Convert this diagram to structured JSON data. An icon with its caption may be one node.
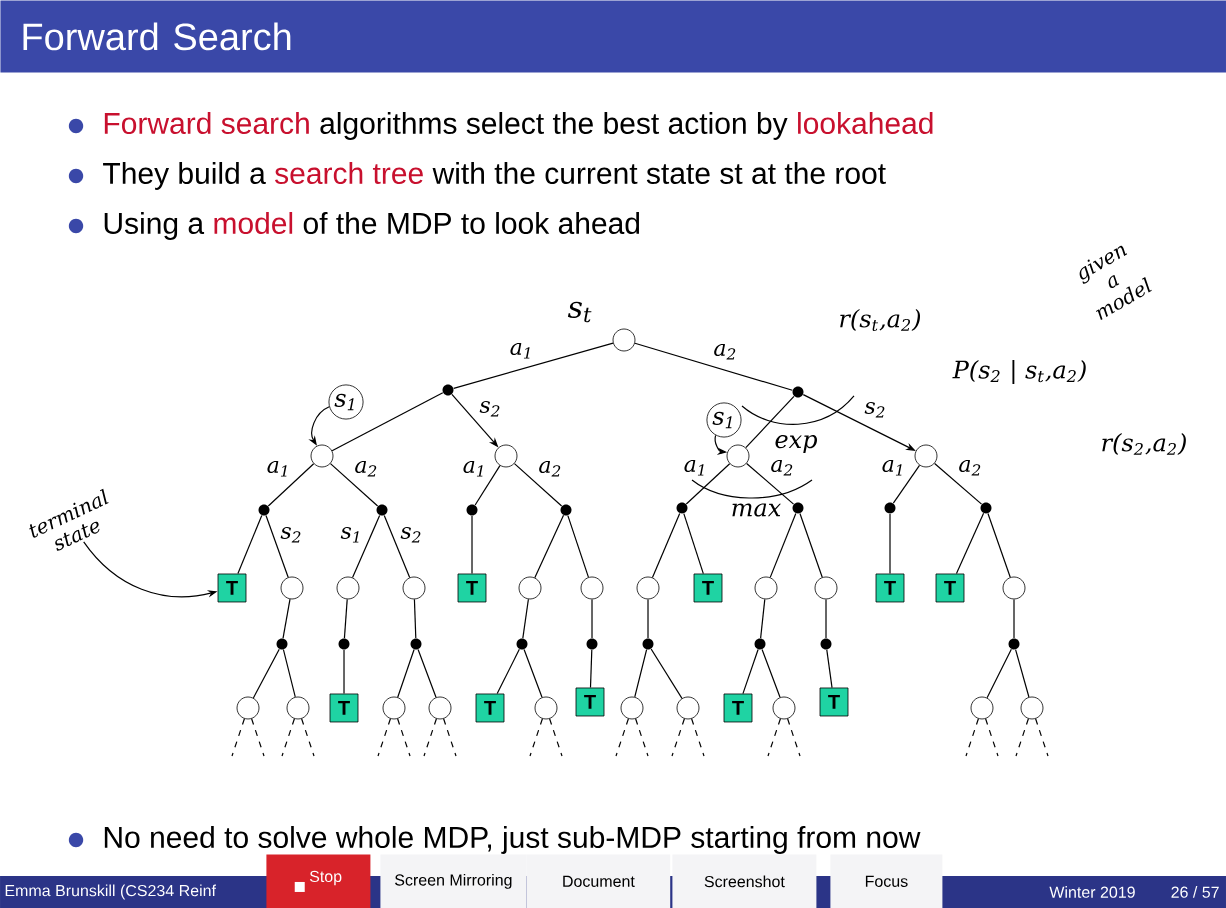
{
  "diagram": {
    "title": "Forward Search",
    "nodes": [
      {
        "text": [],
        "shape": "circle",
        "beside": [
          "s$_{t}$"
        ]
      },
      {
        "text": [],
        "shape": "dot"
      },
      {
        "text": [],
        "shape": "dot"
      },
      {
        "text": [
          "s$_{1}$"
        ]
      },
      {
        "text": [],
        "shape": "circle"
      },
      {
        "text": [],
        "shape": "circle"
      },
      {
        "text": [
          "s$_{1}$"
        ]
      },
      {
        "text": [],
        "shape": "circle"
      },
      {
        "text": [],
        "shape": "circle"
      },
      {
        "text": [
          "terminal state"
        ]
      },
      {
        "text": [],
        "shape": "dot"
      },
      {
        "text": [],
        "shape": "dot"
      },
      {
        "text": [],
        "shape": "dot"
      },
      {
        "text": [],
        "shape": "dot"
      },
      {
        "text": [],
        "shape": "dot"
      },
      {
        "text": [],
        "shape": "dot"
      },
      {
        "text": [],
        "shape": "dot"
      },
      {
        "text": [],
        "shape": "dot"
      },
      {
        "text": [
          "T"
        ]
      },
      {
        "text": [],
        "shape": "circle"
      },
      {
        "text": [],
        "shape": "circle"
      },
      {
        "text": [],
        "shape": "circle"
      },
      {
        "text": [
          "T"
        ]
      },
      {
        "text": [],
        "shape": "circle"
      },
      {
        "text": [],
        "shape": "circle"
      },
      {
        "text": [],
        "shape": "circle"
      },
      {
        "text": [
          "T"
        ]
      },
      {
        "text": [],
        "shape": "circle"
      },
      {
        "text": [],
        "shape": "circle"
      },
      {
        "text": [
          "T"
        ]
      },
      {
        "text": [
          "T"
        ]
      },
      {
        "text": [],
        "shape": "circle"
      },
      {
        "text": [],
        "shape": "dot"
      },
      {
        "text": [],
        "shape": "dot"
      },
      {
        "text": [],
        "shape": "dot"
      },
      {
        "text": [],
        "shape": "dot"
      },
      {
        "text": [],
        "shape": "dot"
      },
      {
        "text": [],
        "shape": "dot"
      },
      {
        "text": [],
        "shape": "dot"
      },
      {
        "text": [],
        "shape": "dot"
      },
      {
        "text": [],
        "shape": "dot"
      },
      {
        "text": [],
        "shape": "circle"
      },
      {
        "text": [],
        "shape": "circle"
      },
      {
        "text": [
          "T"
        ]
      },
      {
        "text": [],
        "shape": "circle"
      },
      {
        "text": [],
        "shape": "circle"
      },
      {
        "text": [
          "T"
        ]
      },
      {
        "text": [],
        "shape": "circle"
      },
      {
        "text": [
          "T"
        ]
      },
      {
        "text": [],
        "shape": "circle"
      },
      {
        "text": [],
        "shape": "circle"
      },
      {
        "text": [
          "T"
        ]
      },
      {
        "text": [],
        "shape": "circle"
      },
      {
        "text": [
          "T"
        ]
      },
      {
        "text": [],
        "shape": "circle"
      },
      {
        "text": [],
        "shape": "circle"
      }
    ],
    "edges": [
      {
        "from": 0,
        "to": 1,
        "arrow": "none",
        "label": "a$_{1}$"
      },
      {
        "from": 0,
        "to": 2,
        "arrow": "none",
        "label": "a$_{2}$"
      },
      {
        "from": 1,
        "to": 4,
        "arrow": "none"
      },
      {
        "from": 1,
        "to": 5,
        "arrow": "to",
        "label": "s$_{2}$"
      },
      {
        "from": 2,
        "to": 7,
        "arrow": "none"
      },
      {
        "from": 2,
        "to": 8,
        "arrow": "to",
        "label": "s$_{2}$"
      },
      {
        "from": 3,
        "to": 4,
        "arrow": "to"
      },
      {
        "from": 6,
        "to": 7,
        "arrow": "to"
      },
      {
        "from": 4,
        "to": 10,
        "arrow": "none",
        "label": "a$_{1}$"
      },
      {
        "from": 4,
        "to": 11,
        "arrow": "none",
        "label": "a$_{2}$"
      },
      {
        "from": 5,
        "to": 12,
        "arrow": "none",
        "label": "a$_{1}$"
      },
      {
        "from": 5,
        "to": 13,
        "arrow": "none",
        "label": "a$_{2}$"
      },
      {
        "from": 7,
        "to": 14,
        "arrow": "none",
        "label": "a$_{1}$"
      },
      {
        "from": 7,
        "to": 15,
        "arrow": "none",
        "label": "a$_{2}$"
      },
      {
        "from": 8,
        "to": 16,
        "arrow": "none",
        "label": "a$_{1}$"
      },
      {
        "from": 8,
        "to": 17,
        "arrow": "none",
        "label": "a$_{2}$"
      },
      {
        "from": 9,
        "to": 18,
        "arrow": "to"
      },
      {
        "from": 10,
        "to": 18,
        "arrow": "none"
      },
      {
        "from": 10,
        "to": 19,
        "arrow": "none",
        "label": "s$_{2}$"
      },
      {
        "from": 11,
        "to": 20,
        "arrow": "none",
        "label": "s$_{1}$"
      },
      {
        "from": 11,
        "to": 21,
        "arrow": "none",
        "label": "s$_{2}$"
      },
      {
        "from": 12,
        "to": 22,
        "arrow": "none"
      },
      {
        "from": 13,
        "to": 23,
        "arrow": "none"
      },
      {
        "from": 13,
        "to": 24,
        "arrow": "none"
      },
      {
        "from": 14,
        "to": 25,
        "arrow": "none"
      },
      {
        "from": 14,
        "to": 26,
        "arrow": "none"
      },
      {
        "from": 15,
        "to": 27,
        "arrow": "none"
      },
      {
        "from": 15,
        "to": 28,
        "arrow": "none"
      },
      {
        "from": 16,
        "to": 29,
        "arrow": "none"
      },
      {
        "from": 17,
        "to": 30,
        "arrow": "none"
      },
      {
        "from": 17,
        "to": 31,
        "arrow": "none"
      },
      {
        "from": 19,
        "to": 32,
        "arrow": "none"
      },
      {
        "from": 20,
        "to": 33,
        "arrow": "none"
      },
      {
        "from": 21,
        "to": 34,
        "arrow": "none"
      },
      {
        "from": 23,
        "to": 35,
        "arrow": "none"
      },
      {
        "from": 24,
        "to": 36,
        "arrow": "none"
      },
      {
        "from": 25,
        "to": 37,
        "arrow": "none"
      },
      {
        "from": 27,
        "to": 38,
        "arrow": "none"
      },
      {
        "from": 28,
        "to": 39,
        "arrow": "none"
      },
      {
        "from": 31,
        "to": 40,
        "arrow": "none"
      },
      {
        "from": 32,
        "to": 41,
        "arrow": "none"
      },
      {
        "from": 32,
        "to": 42,
        "arrow": "none"
      },
      {
        "from": 33,
        "to": 43,
        "arrow": "none"
      },
      {
        "from": 34,
        "to": 44,
        "arrow": "none"
      },
      {
        "from": 34,
        "to": 45,
        "arrow": "none"
      },
      {
        "from": 35,
        "to": 46,
        "arrow": "none"
      },
      {
        "from": 35,
        "to": 47,
        "arrow": "none"
      },
      {
        "from": 36,
        "to": 48,
        "arrow": "none"
      },
      {
        "from": 37,
        "to": 49,
        "arrow": "none"
      },
      {
        "from": 37,
        "to": 50,
        "arrow": "none"
      },
      {
        "from": 38,
        "to": 51,
        "arrow": "none"
      },
      {
        "from": 38,
        "to": 52,
        "arrow": "none"
      },
      {
        "from": 39,
        "to": 53,
        "arrow": "none"
      },
      {
        "from": 40,
        "to": 54,
        "arrow": "none"
      },
      {
        "from": 40,
        "to": 55,
        "arrow": "none"
      },
      {
        "from": 41,
        "to": null,
        "arrow": "none",
        "style": "dashed"
      },
      {
        "from": 41,
        "to": null,
        "arrow": "none",
        "style": "dashed"
      },
      {
        "from": 42,
        "to": null,
        "arrow": "none",
        "style": "dashed"
      },
      {
        "from": 42,
        "to": null,
        "arrow": "none",
        "style": "dashed"
      },
      {
        "from": 44,
        "to": null,
        "arrow": "none",
        "style": "dashed"
      },
      {
        "from": 44,
        "to": null,
        "arrow": "none",
        "style": "dashed"
      },
      {
        "from": 45,
        "to": null,
        "arrow": "none",
        "style": "dashed"
      },
      {
        "from": 45,
        "to": null,
        "arrow": "none",
        "style": "dashed"
      },
      {
        "from": 47,
        "to": null,
        "arrow": "none",
        "style": "dashed"
      },
      {
        "from": 47,
        "to": null,
        "arrow": "none",
        "style": "dashed"
      },
      {
        "from": 49,
        "to": null,
        "arrow": "none",
        "style": "dashed"
      },
      {
        "from": 49,
        "to": null,
        "arrow": "none",
        "style": "dashed"
      },
      {
        "from": 50,
        "to": null,
        "arrow": "none",
        "style": "dashed"
      },
      {
        "from": 50,
        "to": null,
        "arrow": "none",
        "style": "dashed"
      },
      {
        "from": 52,
        "to": null,
        "arrow": "none",
        "style": "dashed"
      },
      {
        "from": 52,
        "to": null,
        "arrow": "none",
        "style": "dashed"
      },
      {
        "from": 54,
        "to": null,
        "arrow": "none",
        "style": "dashed"
      },
      {
        "from": 54,
        "to": null,
        "arrow": "none",
        "style": "dashed"
      },
      {
        "from": 55,
        "to": null,
        "arrow": "none",
        "style": "dashed"
      },
      {
        "from": 55,
        "to": null,
        "arrow": "none",
        "style": "dashed"
      }
    ],
    "labels": [
      "**Forward search** algorithms select the best action by **lookahead**",
      "They build a **search tree** with the current state st at the root",
      "Using a **model** of the MDP to look ahead",
      "given a model",
      "r(s$_{t}$,a$_{2}$)",
      "P(s$_{2}$ | s$_{t}$,a$_{2}$)",
      "exp",
      "r(s$_{2}$,a$_{2}$)",
      "max",
      "No need to solve whole MDP, just sub-MDP starting from now",
      "Emma Brunskill (CS234 Reinf",
      "Stop",
      "Screen Mirroring",
      "Document",
      "Screenshot",
      "Focus",
      "Winter 2019",
      "26 / 57"
    ]
  }
}
